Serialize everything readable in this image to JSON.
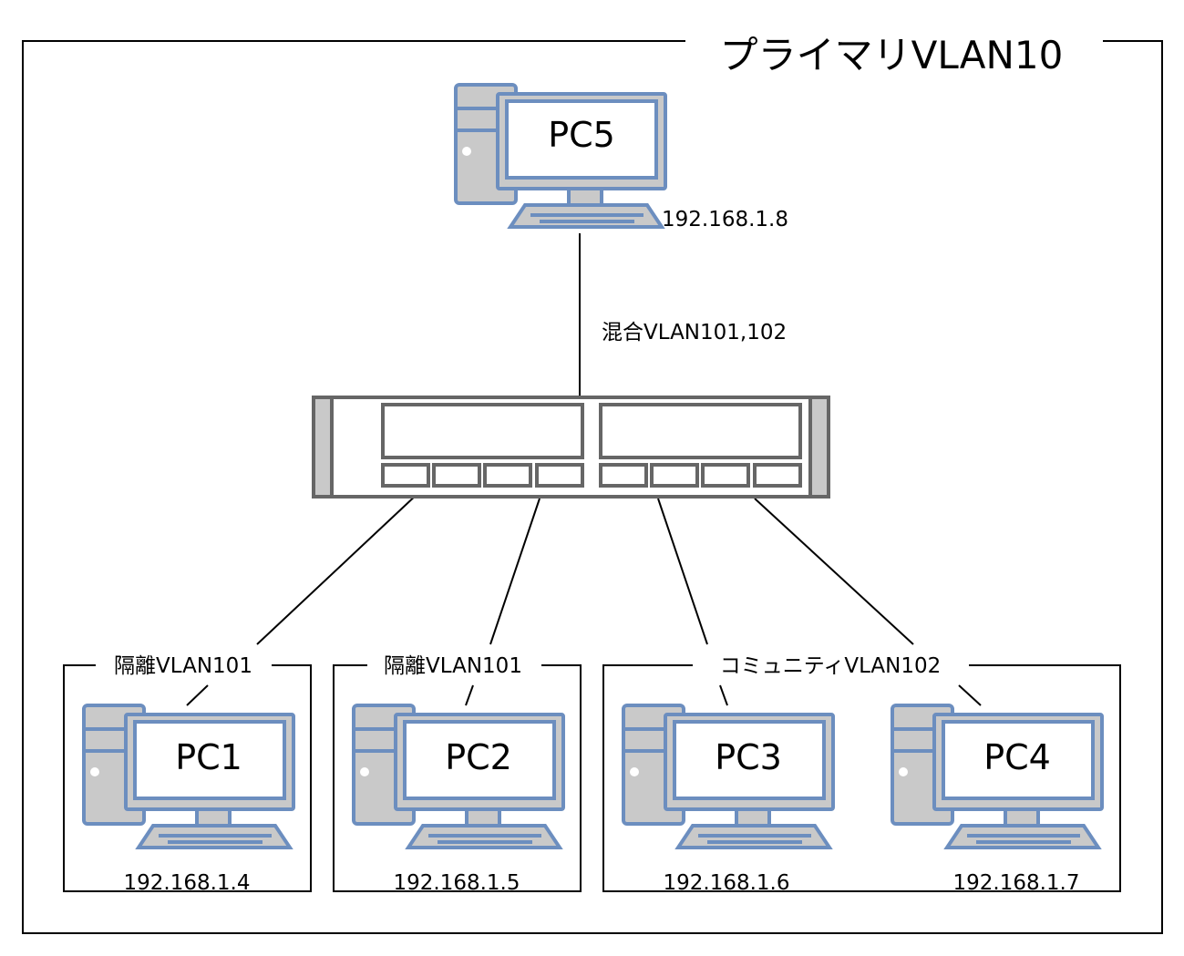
{
  "primary_vlan": {
    "label": "プライマリVLAN10"
  },
  "uplink": {
    "label": "混合VLAN101,102"
  },
  "groups": [
    {
      "id": "g1",
      "label": "隔離VLAN101"
    },
    {
      "id": "g2",
      "label": "隔離VLAN101"
    },
    {
      "id": "g3",
      "label": "コミュニティVLAN102"
    }
  ],
  "pcs": {
    "pc5": {
      "name": "PC5",
      "ip": "192.168.1.8"
    },
    "pc1": {
      "name": "PC1",
      "ip": "192.168.1.4"
    },
    "pc2": {
      "name": "PC2",
      "ip": "192.168.1.5"
    },
    "pc3": {
      "name": "PC3",
      "ip": "192.168.1.6"
    },
    "pc4": {
      "name": "PC4",
      "ip": "192.168.1.7"
    }
  },
  "colors": {
    "device_outline": "#6c8ebf",
    "device_fill": "#c9c9c9",
    "switch_outline": "#666666"
  }
}
